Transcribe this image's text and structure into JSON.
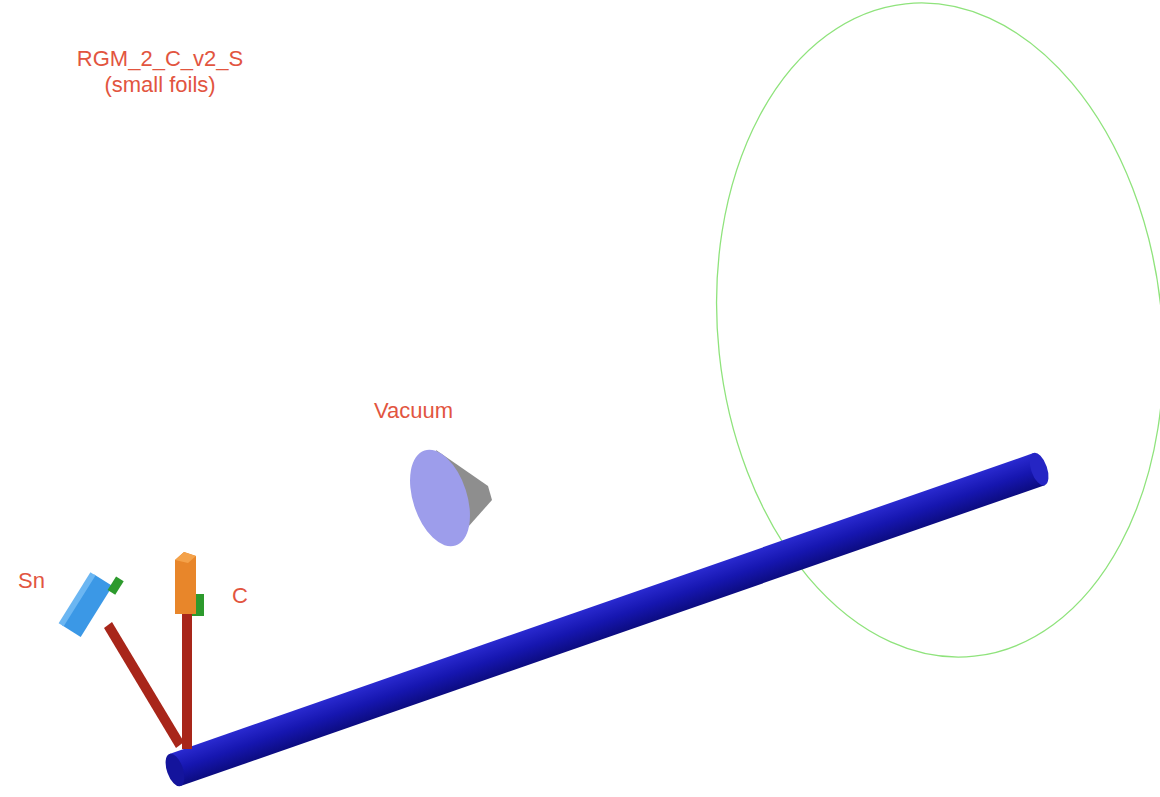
{
  "diagram": {
    "title": "RGM_2_C_v2_S (small foils)",
    "labels": [
      "Vacuum",
      "Sn",
      "C"
    ]
  }
}
